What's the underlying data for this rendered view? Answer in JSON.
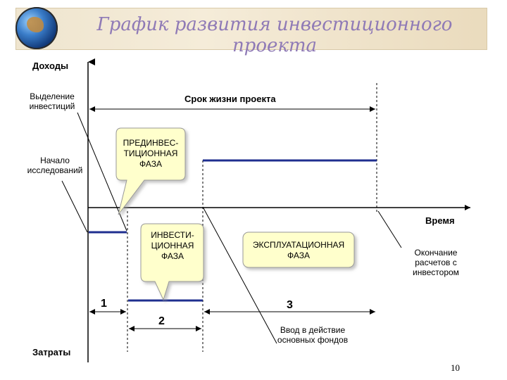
{
  "title": "График развития инвестиционного проекта",
  "axis": {
    "y_top": "Доходы",
    "y_bottom": "Затраты",
    "x": "Время"
  },
  "labels": {
    "investment_allocation": "Выделение инвестиций",
    "research_start": "Начало исследований",
    "project_life": "Срок жизни проекта",
    "settlement_end": "Окончание расчетов с инвестором",
    "commissioning": "Ввод в действие основных фондов"
  },
  "phases": {
    "pre_investment": "ПРЕДИНВЕС-ТИЦИОННАЯ ФАЗА",
    "investment": "ИНВЕСТИ-ЦИОННАЯ ФАЗА",
    "operational": "ЭКСПЛУАТАЦИОННАЯ ФАЗА"
  },
  "phase_numbers": {
    "one": "1",
    "two": "2",
    "three": "3"
  },
  "page_number": "10",
  "colors": {
    "title": "#8f7ab6",
    "bars": "#1f2f8f",
    "callout_fill": "#ffffcc"
  }
}
